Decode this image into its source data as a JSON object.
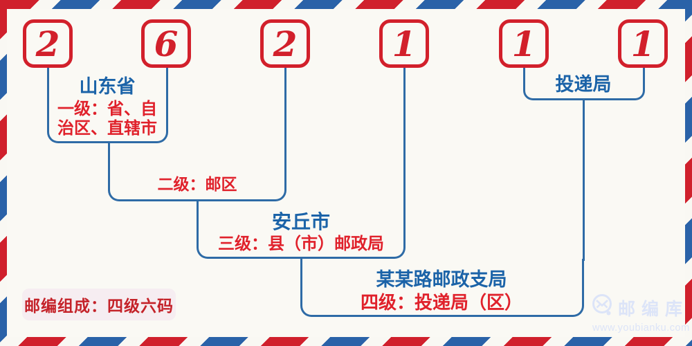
{
  "postal_code": {
    "full_code": "262111",
    "digits": [
      "2",
      "6",
      "2",
      "1",
      "1",
      "1"
    ]
  },
  "tree": {
    "level1": {
      "place": "山东省",
      "desc": "一级：省、自治区、直辖市"
    },
    "level2": {
      "desc": "二级：邮区"
    },
    "level3": {
      "place": "安丘市",
      "desc": "三级：县（市）邮政局"
    },
    "level4": {
      "place": "某某路邮政支局",
      "desc": "四级：投递局（区）"
    },
    "delivery": {
      "place": "投递局"
    }
  },
  "badge": {
    "text": "邮编组成：四级六码"
  },
  "watermark": {
    "icon": "envelope-circle-icon",
    "brand": "邮编库",
    "url": "www.youbianku.com"
  },
  "colors": {
    "stripe_red": "#d0202c",
    "stripe_blue": "#2a62a8",
    "box_red": "#d2202b",
    "line_blue": "#2e6ba6",
    "text_blue": "#1b63a8",
    "text_red": "#e0212b",
    "badge_bg": "#f6edf1",
    "badge_text": "#c42229",
    "watermark": "#dce4f8",
    "background": "#faf9f4"
  }
}
